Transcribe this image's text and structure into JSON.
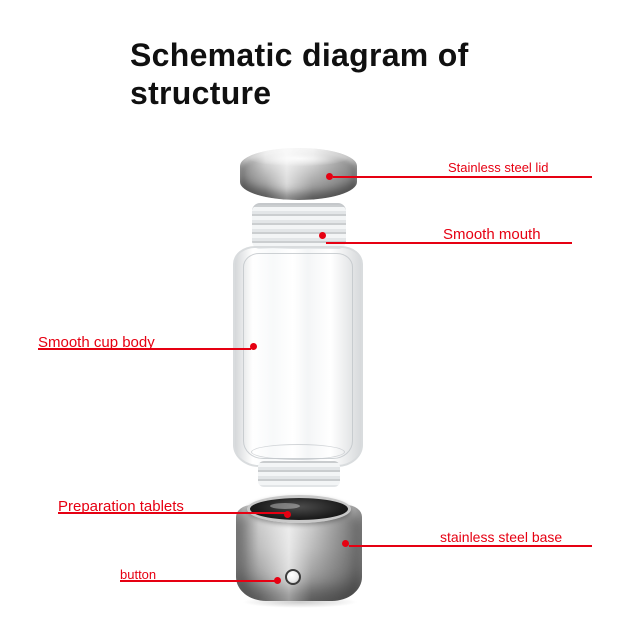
{
  "title": "Schematic diagram of structure",
  "callouts": [
    {
      "id": "lid",
      "label": "Stainless steel lid"
    },
    {
      "id": "mouth",
      "label": "Smooth mouth"
    },
    {
      "id": "body",
      "label": "Smooth cup body"
    },
    {
      "id": "tablets",
      "label": "Preparation tablets"
    },
    {
      "id": "base",
      "label": "stainless steel base"
    },
    {
      "id": "button",
      "label": "button"
    }
  ],
  "colors": {
    "accent": "#e60012",
    "title": "#101010"
  }
}
